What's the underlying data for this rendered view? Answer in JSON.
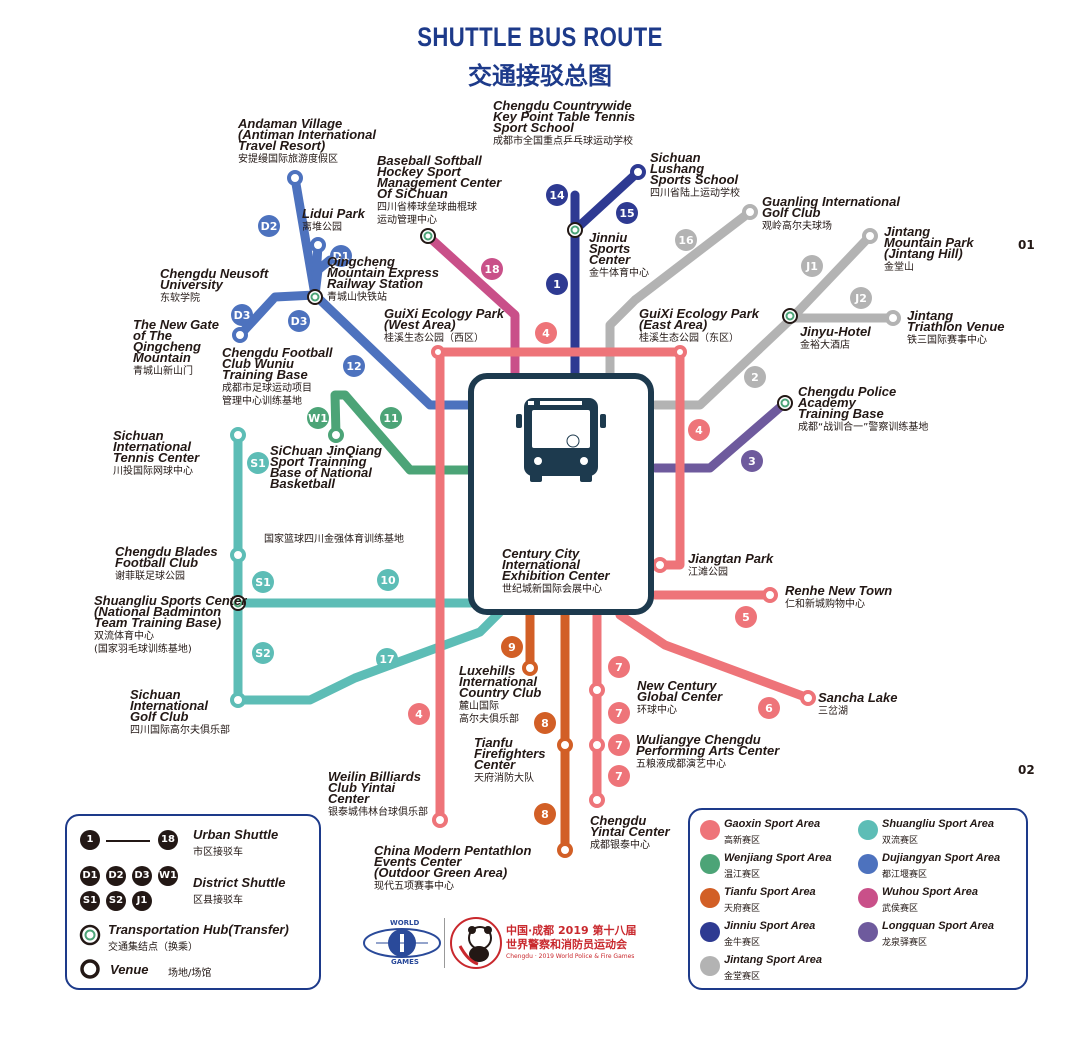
{
  "title": {
    "en": "SHUTTLE BUS ROUTE",
    "cn": "交通接驳总图"
  },
  "page_numbers": [
    "01",
    "02"
  ],
  "hub": {
    "en": "Century City\nInternational\nExhibition Center",
    "cn": "世纪城新国际会展中心",
    "icon": "bus-icon"
  },
  "route_badges": [
    "14",
    "15",
    "1",
    "16",
    "18",
    "D2",
    "D1",
    "D3",
    "D3",
    "12",
    "J1",
    "J2",
    "2",
    "4",
    "4",
    "3",
    "W1",
    "11",
    "S1",
    "S1",
    "10",
    "S2",
    "17",
    "4",
    "9",
    "8",
    "8",
    "7",
    "7",
    "7",
    "7",
    "5",
    "6"
  ],
  "venues": [
    {
      "id": "andaman",
      "en": "Andaman Village\n(Antiman International\nTravel Resort)",
      "cn": "安提缦国际旅游度假区"
    },
    {
      "id": "pingpong",
      "en": "Chengdu Countrywide\nKey Point Table Tennis\nSport School",
      "cn": "成都市全国重点乒乓球运动学校"
    },
    {
      "id": "lushang",
      "en": "Sichuan\nLushang\nSports School",
      "cn": "四川省陆上运动学校"
    },
    {
      "id": "baseball",
      "en": "Baseball Softball\nHockey Sport\nManagement Center\nOf SiChuan",
      "cn": "四川省棒球垒球曲棍球\n运动管理中心"
    },
    {
      "id": "lidui",
      "en": "Lidui Park",
      "cn": "离堆公园"
    },
    {
      "id": "jinniu",
      "en": "Jinniu\nSports\nCenter",
      "cn": "金牛体育中心"
    },
    {
      "id": "guanling",
      "en": "Guanling International\nGolf Club",
      "cn": "观岭高尔夫球场"
    },
    {
      "id": "jintang-mountain",
      "en": "Jintang\nMountain Park\n(Jintang Hill)",
      "cn": "金堂山"
    },
    {
      "id": "neusoft",
      "en": "Chengdu Neusoft\nUniversity",
      "cn": "东软学院"
    },
    {
      "id": "qingcheng-express",
      "en": "Qingcheng\nMountain Express\nRailway Station",
      "cn": "青城山快铁站"
    },
    {
      "id": "qingcheng-gate",
      "en": "The New Gate\nof The\nQingcheng\nMountain",
      "cn": "青城山新山门"
    },
    {
      "id": "guixi-west",
      "en": "GuiXi Ecology Park\n(West Area)",
      "cn": "桂溪生态公园（西区）"
    },
    {
      "id": "guixi-east",
      "en": "GuiXi Ecology Park\n(East Area)",
      "cn": "桂溪生态公园（东区）"
    },
    {
      "id": "jinyu",
      "en": "Jinyu-Hotel",
      "cn": "金裕大酒店"
    },
    {
      "id": "triathlon",
      "en": "Jintang\nTriathlon Venue",
      "cn": "铁三国际赛事中心"
    },
    {
      "id": "football-wuniu",
      "en": "Chengdu Football\nClub Wuniu\nTraining Base",
      "cn": "成都市足球运动项目\n管理中心训练基地"
    },
    {
      "id": "police",
      "en": "Chengdu Police\nAcademy\nTraining Base",
      "cn": "成都“战训合一”警察训练基地"
    },
    {
      "id": "tennis",
      "en": "Sichuan\nInternational\nTennis Center",
      "cn": "川投国际网球中心"
    },
    {
      "id": "jinqiang",
      "en": "SiChuan JinQiang\nSport Trainning\nBase of National\nBasketball",
      "cn": "国家篮球四川金强体育训练基地"
    },
    {
      "id": "blades",
      "en": "Chengdu Blades\nFootball Club",
      "cn": "谢菲联足球公园"
    },
    {
      "id": "jiangtan",
      "en": "Jiangtan Park",
      "cn": "江滩公园"
    },
    {
      "id": "renhe",
      "en": "Renhe New Town",
      "cn": "仁和新城购物中心"
    },
    {
      "id": "shuangliu",
      "en": "Shuangliu Sports Center\n(National Badminton\nTeam Training Base)",
      "cn": "双流体育中心\n(国家羽毛球训练基地)"
    },
    {
      "id": "golf-sc",
      "en": "Sichuan\nInternational\nGolf Club",
      "cn": "四川国际高尔夫俱乐部"
    },
    {
      "id": "luxehills",
      "en": "Luxehills\nInternational\nCountry Club",
      "cn": "麓山国际\n高尔夫俱乐部"
    },
    {
      "id": "newcentury",
      "en": "New Century\nGlobal Center",
      "cn": "环球中心"
    },
    {
      "id": "sancha",
      "en": "Sancha Lake",
      "cn": "三岔湖"
    },
    {
      "id": "firefighters",
      "en": "Tianfu\nFirefighters\nCenter",
      "cn": "天府消防大队"
    },
    {
      "id": "wuliangye",
      "en": "Wuliangye Chengdu\nPerforming Arts Center",
      "cn": "五粮液成都演艺中心"
    },
    {
      "id": "billiards",
      "en": "Weilin Billiards\nClub Yintai\nCenter",
      "cn": "银泰城伟林台球俱乐部"
    },
    {
      "id": "yintai",
      "en": "Chengdu\nYintai Center",
      "cn": "成都银泰中心"
    },
    {
      "id": "pentathlon",
      "en": "China Modern Pentathlon\nEvents Center\n(Outdoor Green Area)",
      "cn": "现代五项赛事中心"
    }
  ],
  "legend": {
    "urban_from": "1",
    "urban_to": "18",
    "urban_en": "Urban Shuttle",
    "urban_cn": "市区接驳车",
    "district_badges": [
      "D1",
      "D2",
      "D3",
      "W1",
      "S1",
      "S2",
      "J1"
    ],
    "district_en": "District Shuttle",
    "district_cn": "区县接驳车",
    "hub_en": "Transportation Hub(Transfer)",
    "hub_cn": "交通集结点（换乘）",
    "venue_en": "Venue",
    "venue_cn": "场地/场馆"
  },
  "sport_areas": [
    {
      "en": "Gaoxin Sport Area",
      "cn": "高新赛区",
      "color": "#ee7479"
    },
    {
      "en": "Shuangliu Sport Area",
      "cn": "双流赛区",
      "color": "#5dbdb6"
    },
    {
      "en": "Wenjiang Sport Area",
      "cn": "温江赛区",
      "color": "#4ca477"
    },
    {
      "en": "Dujiangyan Sport Area",
      "cn": "都江堰赛区",
      "color": "#4d72be"
    },
    {
      "en": "Tianfu Sport Area",
      "cn": "天府赛区",
      "color": "#d25f26"
    },
    {
      "en": "Wuhou Sport Area",
      "cn": "武侯赛区",
      "color": "#c95089"
    },
    {
      "en": "Jinniu Sport Area",
      "cn": "金牛赛区",
      "color": "#2e3a92"
    },
    {
      "en": "Longquan Sport Area",
      "cn": "龙泉驿赛区",
      "color": "#6e5a9d"
    },
    {
      "en": "Jintang Sport Area",
      "cn": "金堂赛区",
      "color": "#b3b3b3"
    }
  ],
  "logos": {
    "world_games_top": "WORLD",
    "world_games_bottom": "GAMES",
    "games_cn": "中国·成都 2019 第十八届\n世界警察和消防员运动会",
    "games_en": "Chengdu · 2019 World Police & Fire Games"
  }
}
